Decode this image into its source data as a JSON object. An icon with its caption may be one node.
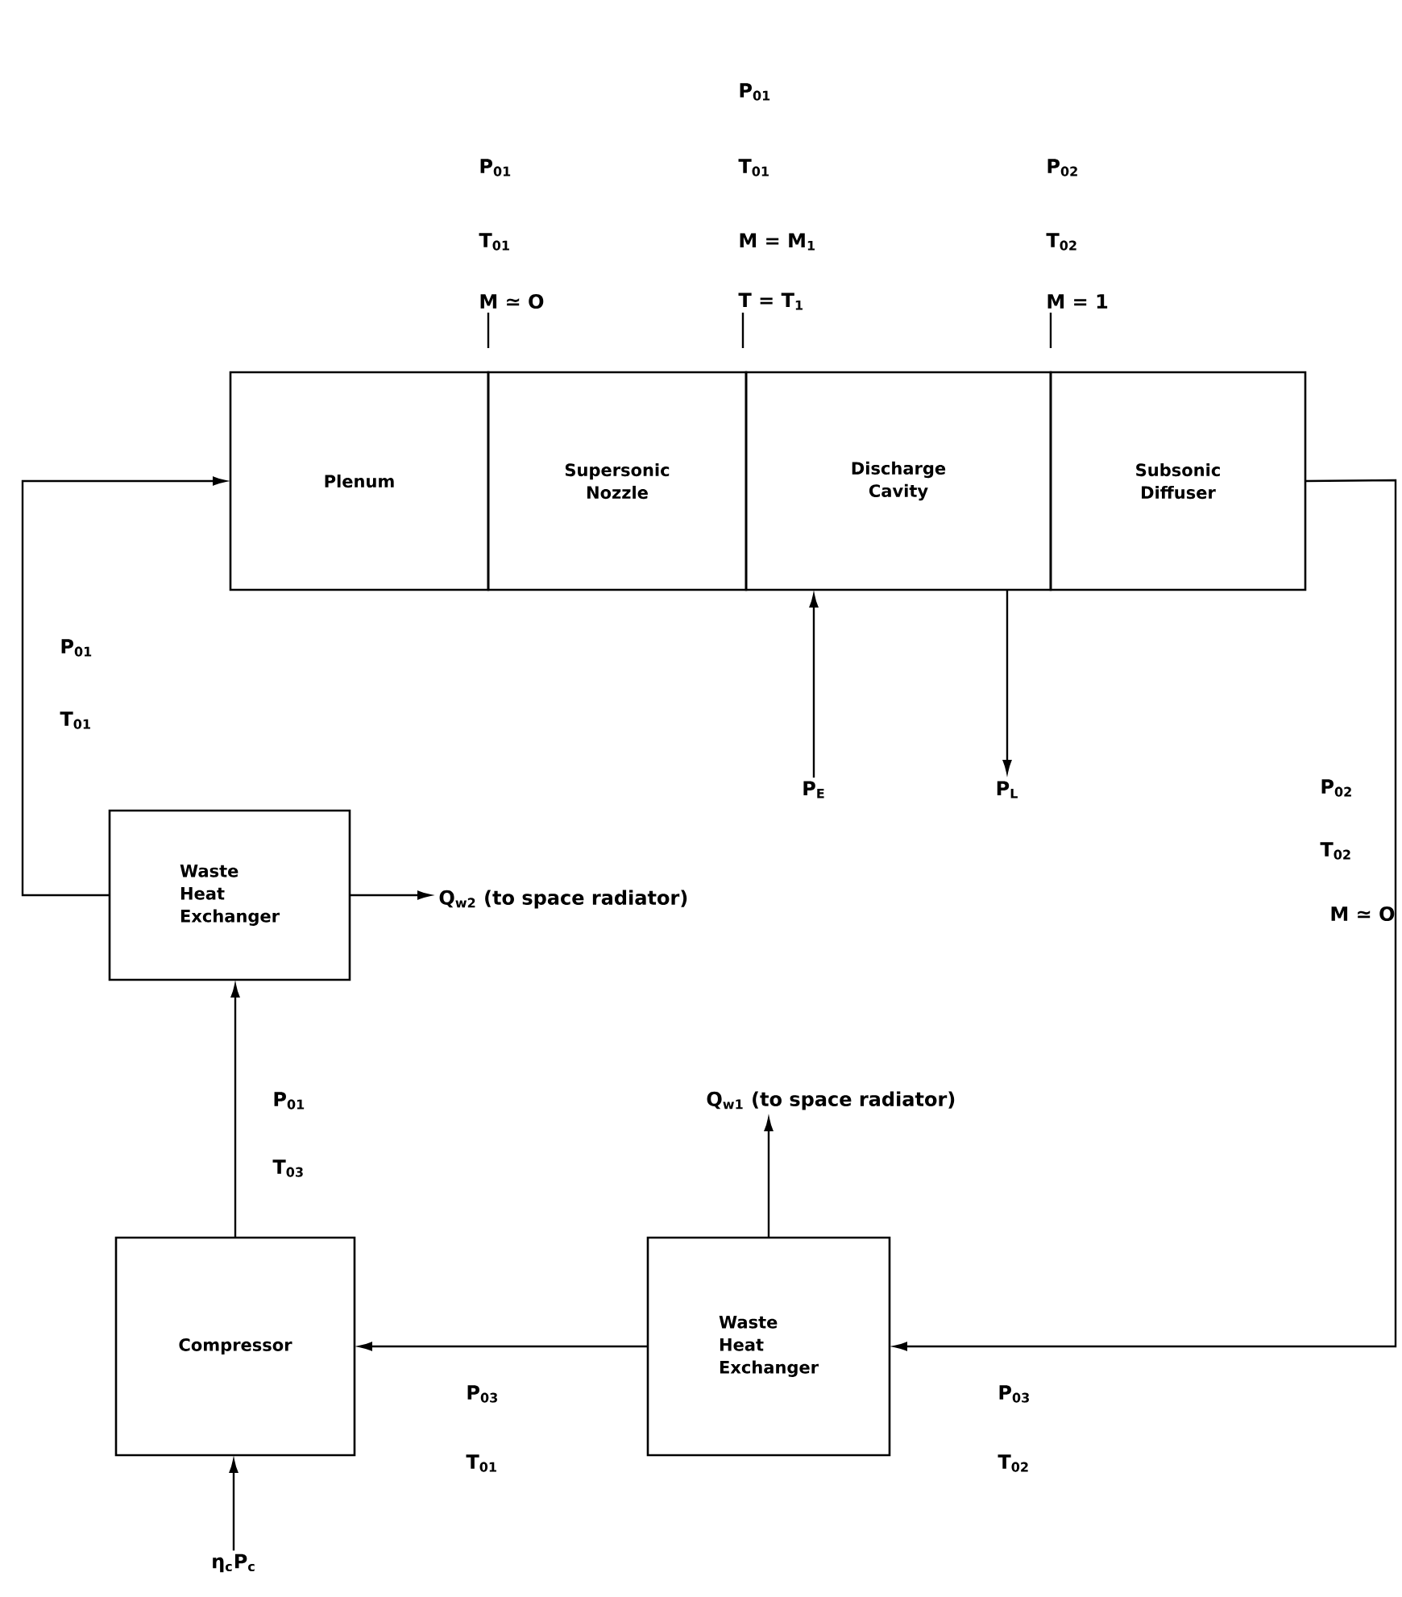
{
  "diagram": {
    "nodes": [
      {
        "text": [
          "Plenum"
        ]
      },
      {
        "text": [
          "Supersonic Nozzle"
        ]
      },
      {
        "text": [
          "Discharge Cavity"
        ]
      },
      {
        "text": [
          "Subsonic Diffuser"
        ]
      },
      {
        "text": [
          "Waste Heat Exchanger"
        ]
      },
      {
        "text": [
          "Compressor"
        ]
      },
      {
        "text": [
          "Waste Heat Exchanger"
        ]
      },
      {
        "text": [
          "P$_{E}$"
        ]
      },
      {
        "text": [
          "P$_{L}$"
        ]
      },
      {
        "text": [
          "Q$_{w2}$ (to space radiator)"
        ]
      },
      {
        "text": [
          "Q$_{w1}$ (to space radiator)"
        ]
      },
      {
        "text": [
          "η$_{c}$P$_{c}$"
        ]
      }
    ],
    "edges": [
      {
        "from": 4,
        "to": 0,
        "arrow": "to"
      },
      {
        "from": 3,
        "to": 6,
        "arrow": "to"
      },
      {
        "from": 6,
        "to": 5,
        "arrow": "to"
      },
      {
        "from": 5,
        "to": 4,
        "arrow": "to"
      },
      {
        "from": 7,
        "to": 2,
        "arrow": "to"
      },
      {
        "from": 2,
        "to": 8,
        "arrow": "to"
      },
      {
        "from": 4,
        "to": 9,
        "arrow": "to"
      },
      {
        "from": 6,
        "to": 10,
        "arrow": "to"
      },
      {
        "from": 11,
        "to": 5,
        "arrow": "to"
      }
    ],
    "labels": [
      "P$_{01}$",
      "T$_{01}$",
      "M ≃ O",
      "P$_{01}$",
      "T$_{01}$",
      "M = M$_{1}$",
      "T = T$_{1}$",
      "P$_{02}$",
      "T$_{02}$",
      "M = 1",
      "P$_{01}$",
      "T$_{01}$",
      "P$_{02}$",
      "T$_{02}$",
      "M ≃ O",
      "P$_{01}$",
      "T$_{03}$",
      "P$_{03}$",
      "T$_{01}$",
      "P$_{03}$",
      "T$_{02}$"
    ]
  }
}
